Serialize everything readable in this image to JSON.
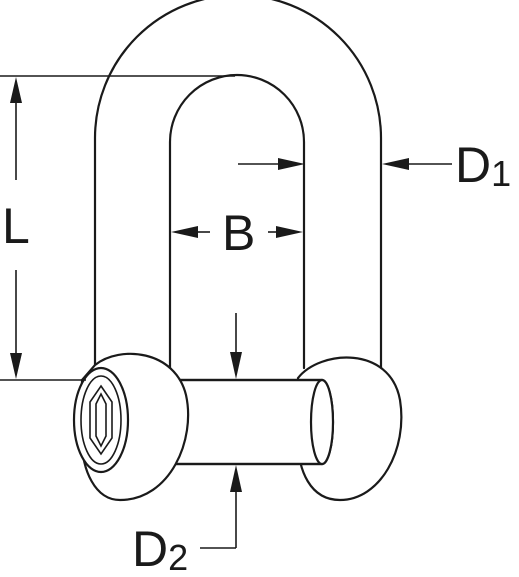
{
  "dimensions": {
    "length": "L",
    "inner_width": "B",
    "bow_diameter": {
      "letter": "D",
      "subscript": "1"
    },
    "pin_diameter": {
      "letter": "D",
      "subscript": "2"
    }
  },
  "colors": {
    "line": "#1a1a1a",
    "background": "#ffffff"
  }
}
